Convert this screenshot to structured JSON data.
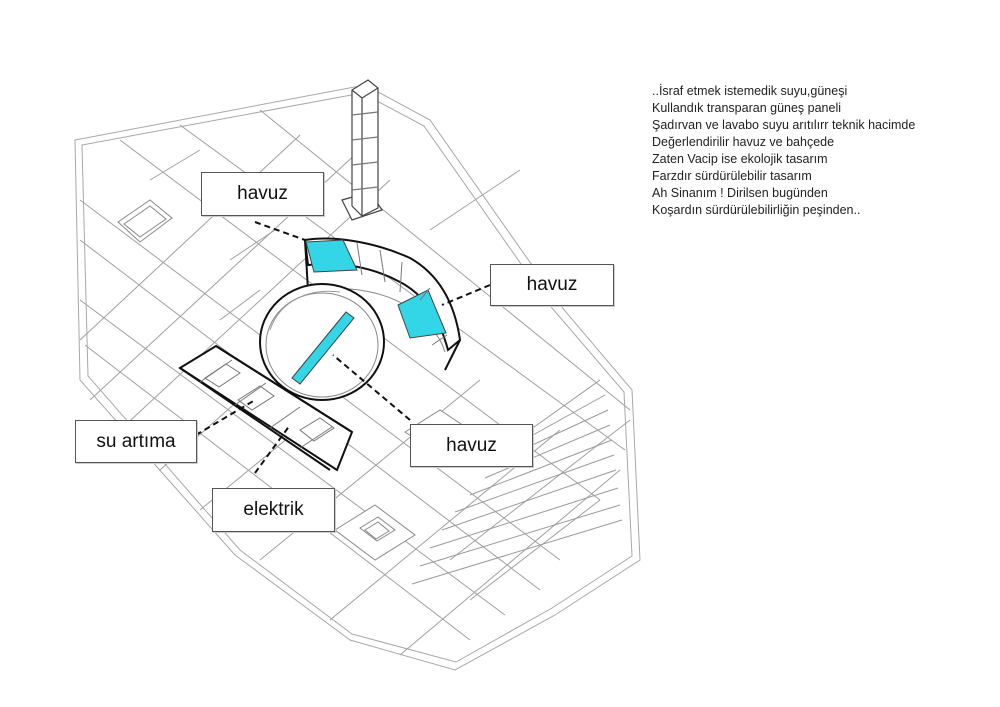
{
  "labels": {
    "havuz_top": "havuz",
    "havuz_right": "havuz",
    "havuz_bottom": "havuz",
    "su_artima": "su artıma",
    "elektrik": "elektrik"
  },
  "poem": [
    "..İsraf etmek istemedik suyu,güneşi",
    "Kullandık transparan güneş paneli",
    "Şadırvan ve lavabo suyu arıtılırr teknik hacimde",
    "Değerlendirilir havuz ve bahçede",
    "Zaten Vacip ise ekolojik tasarım",
    "Farzdır sürdürülebilir tasarım",
    "Ah Sinanım ! Dirilsen bugünden",
    "Koşardın sürdürülebilirliğin peşinden.."
  ],
  "colors": {
    "pool": "#33d6e6",
    "line": "#9a9a9a",
    "bold": "#111111",
    "panel": "#33d6e6"
  }
}
